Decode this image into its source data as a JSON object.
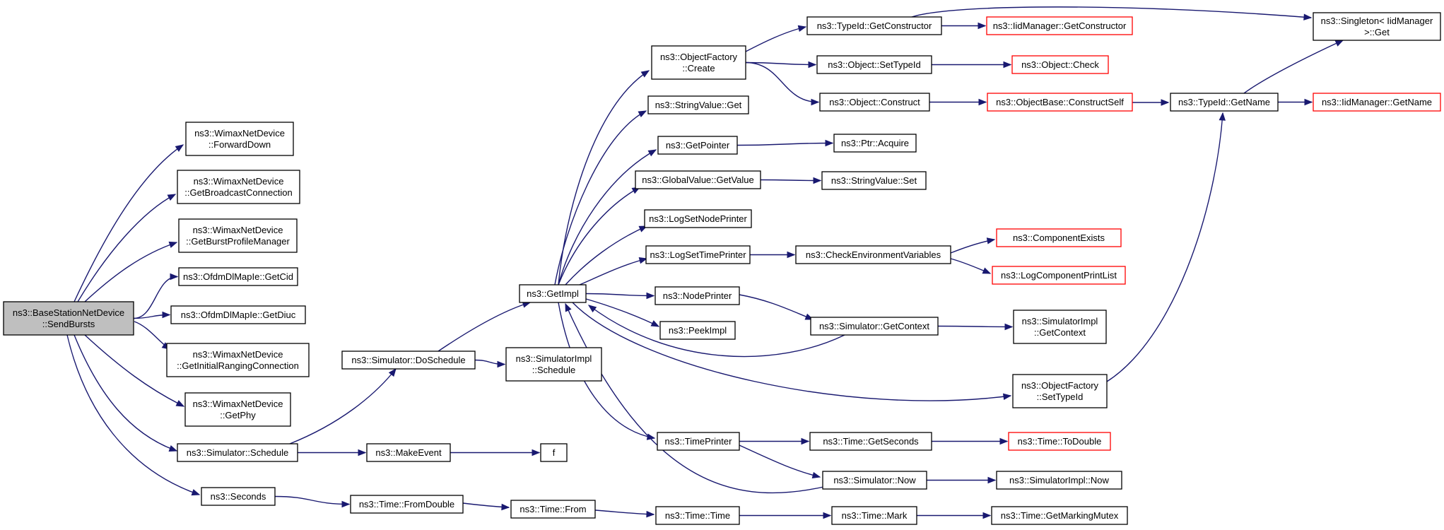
{
  "graph": {
    "nodes": [
      {
        "id": "n0",
        "lines": [
          "ns3::BaseStationNetDevice",
          "::SendBursts"
        ],
        "style": "root"
      },
      {
        "id": "n1",
        "lines": [
          "ns3::WimaxNetDevice",
          "::ForwardDown"
        ],
        "style": "normal"
      },
      {
        "id": "n2",
        "lines": [
          "ns3::WimaxNetDevice",
          "::GetBroadcastConnection"
        ],
        "style": "normal"
      },
      {
        "id": "n3",
        "lines": [
          "ns3::WimaxNetDevice",
          "::GetBurstProfileManager"
        ],
        "style": "normal"
      },
      {
        "id": "n4",
        "lines": [
          "ns3::OfdmDlMapIe::GetCid"
        ],
        "style": "normal"
      },
      {
        "id": "n5",
        "lines": [
          "ns3::OfdmDlMapIe::GetDiuc"
        ],
        "style": "normal"
      },
      {
        "id": "n6",
        "lines": [
          "ns3::WimaxNetDevice",
          "::GetInitialRangingConnection"
        ],
        "style": "normal"
      },
      {
        "id": "n7",
        "lines": [
          "ns3::WimaxNetDevice",
          "::GetPhy"
        ],
        "style": "normal"
      },
      {
        "id": "n8",
        "lines": [
          "ns3::Simulator::Schedule"
        ],
        "style": "normal"
      },
      {
        "id": "n9",
        "lines": [
          "ns3::Seconds"
        ],
        "style": "normal"
      },
      {
        "id": "n10",
        "lines": [
          "ns3::Simulator::DoSchedule"
        ],
        "style": "normal"
      },
      {
        "id": "n11",
        "lines": [
          "ns3::MakeEvent"
        ],
        "style": "normal"
      },
      {
        "id": "n12",
        "lines": [
          "f"
        ],
        "style": "normal"
      },
      {
        "id": "n13",
        "lines": [
          "ns3::Time::FromDouble"
        ],
        "style": "normal"
      },
      {
        "id": "n14",
        "lines": [
          "ns3::GetImpl"
        ],
        "style": "normal"
      },
      {
        "id": "n15",
        "lines": [
          "ns3::SimulatorImpl",
          "::Schedule"
        ],
        "style": "normal"
      },
      {
        "id": "n16",
        "lines": [
          "ns3::Time::From"
        ],
        "style": "normal"
      },
      {
        "id": "n17",
        "lines": [
          "ns3::ObjectFactory",
          "::Create"
        ],
        "style": "normal"
      },
      {
        "id": "n18",
        "lines": [
          "ns3::StringValue::Get"
        ],
        "style": "normal"
      },
      {
        "id": "n19",
        "lines": [
          "ns3::GetPointer"
        ],
        "style": "normal"
      },
      {
        "id": "n20",
        "lines": [
          "ns3::GlobalValue::GetValue"
        ],
        "style": "normal"
      },
      {
        "id": "n21",
        "lines": [
          "ns3::LogSetNodePrinter"
        ],
        "style": "normal"
      },
      {
        "id": "n22",
        "lines": [
          "ns3::LogSetTimePrinter"
        ],
        "style": "normal"
      },
      {
        "id": "n23",
        "lines": [
          "ns3::NodePrinter"
        ],
        "style": "normal"
      },
      {
        "id": "n24",
        "lines": [
          "ns3::PeekImpl"
        ],
        "style": "normal"
      },
      {
        "id": "n25",
        "lines": [
          "ns3::TimePrinter"
        ],
        "style": "normal"
      },
      {
        "id": "n26",
        "lines": [
          "ns3::Time::Time"
        ],
        "style": "normal"
      },
      {
        "id": "n27",
        "lines": [
          "ns3::TypeId::GetConstructor"
        ],
        "style": "normal"
      },
      {
        "id": "n28",
        "lines": [
          "ns3::Object::SetTypeId"
        ],
        "style": "normal"
      },
      {
        "id": "n29",
        "lines": [
          "ns3::Object::Construct"
        ],
        "style": "normal"
      },
      {
        "id": "n30",
        "lines": [
          "ns3::Ptr::Acquire"
        ],
        "style": "normal"
      },
      {
        "id": "n31",
        "lines": [
          "ns3::StringValue::Set"
        ],
        "style": "normal"
      },
      {
        "id": "n32",
        "lines": [
          "ns3::CheckEnvironmentVariables"
        ],
        "style": "normal"
      },
      {
        "id": "n33",
        "lines": [
          "ns3::Simulator::GetContext"
        ],
        "style": "normal"
      },
      {
        "id": "n34",
        "lines": [
          "ns3::Time::GetSeconds"
        ],
        "style": "normal"
      },
      {
        "id": "n35",
        "lines": [
          "ns3::Simulator::Now"
        ],
        "style": "normal"
      },
      {
        "id": "n36",
        "lines": [
          "ns3::Time::Mark"
        ],
        "style": "normal"
      },
      {
        "id": "n37",
        "lines": [
          "ns3::IidManager::GetConstructor"
        ],
        "style": "red"
      },
      {
        "id": "n38",
        "lines": [
          "ns3::Object::Check"
        ],
        "style": "red"
      },
      {
        "id": "n39",
        "lines": [
          "ns3::ObjectBase::ConstructSelf"
        ],
        "style": "red"
      },
      {
        "id": "n40",
        "lines": [
          "ns3::ComponentExists"
        ],
        "style": "red"
      },
      {
        "id": "n41",
        "lines": [
          "ns3::LogComponentPrintList"
        ],
        "style": "red"
      },
      {
        "id": "n42",
        "lines": [
          "ns3::SimulatorImpl",
          "::GetContext"
        ],
        "style": "normal"
      },
      {
        "id": "n43",
        "lines": [
          "ns3::ObjectFactory",
          "::SetTypeId"
        ],
        "style": "normal"
      },
      {
        "id": "n44",
        "lines": [
          "ns3::Time::ToDouble"
        ],
        "style": "red"
      },
      {
        "id": "n45",
        "lines": [
          "ns3::SimulatorImpl::Now"
        ],
        "style": "normal"
      },
      {
        "id": "n46",
        "lines": [
          "ns3::Time::GetMarkingMutex"
        ],
        "style": "normal"
      },
      {
        "id": "n47",
        "lines": [
          "ns3::TypeId::GetName"
        ],
        "style": "normal"
      },
      {
        "id": "n48",
        "lines": [
          "ns3::Singleton< IidManager",
          " >::Get"
        ],
        "style": "normal"
      },
      {
        "id": "n49",
        "lines": [
          "ns3::IidManager::GetName"
        ],
        "style": "red"
      }
    ],
    "edges": [
      [
        "n0",
        "n1"
      ],
      [
        "n0",
        "n2"
      ],
      [
        "n0",
        "n3"
      ],
      [
        "n0",
        "n4"
      ],
      [
        "n0",
        "n5"
      ],
      [
        "n0",
        "n6"
      ],
      [
        "n0",
        "n7"
      ],
      [
        "n0",
        "n8"
      ],
      [
        "n0",
        "n9"
      ],
      [
        "n8",
        "n10"
      ],
      [
        "n8",
        "n11"
      ],
      [
        "n11",
        "n12"
      ],
      [
        "n9",
        "n13"
      ],
      [
        "n13",
        "n16"
      ],
      [
        "n16",
        "n26"
      ],
      [
        "n26",
        "n36"
      ],
      [
        "n36",
        "n46"
      ],
      [
        "n10",
        "n14"
      ],
      [
        "n10",
        "n15"
      ],
      [
        "n14",
        "n17"
      ],
      [
        "n14",
        "n18"
      ],
      [
        "n14",
        "n19"
      ],
      [
        "n14",
        "n20"
      ],
      [
        "n14",
        "n21"
      ],
      [
        "n14",
        "n22"
      ],
      [
        "n14",
        "n23"
      ],
      [
        "n14",
        "n24"
      ],
      [
        "n14",
        "n25"
      ],
      [
        "n14",
        "n43"
      ],
      [
        "n17",
        "n27"
      ],
      [
        "n17",
        "n28"
      ],
      [
        "n17",
        "n29"
      ],
      [
        "n27",
        "n37"
      ],
      [
        "n27",
        "n48"
      ],
      [
        "n28",
        "n38"
      ],
      [
        "n29",
        "n39"
      ],
      [
        "n39",
        "n47"
      ],
      [
        "n47",
        "n48"
      ],
      [
        "n47",
        "n49"
      ],
      [
        "n19",
        "n30"
      ],
      [
        "n20",
        "n31"
      ],
      [
        "n22",
        "n32"
      ],
      [
        "n32",
        "n40"
      ],
      [
        "n32",
        "n41"
      ],
      [
        "n23",
        "n33"
      ],
      [
        "n33",
        "n14"
      ],
      [
        "n33",
        "n42"
      ],
      [
        "n43",
        "n47"
      ],
      [
        "n25",
        "n34"
      ],
      [
        "n25",
        "n35"
      ],
      [
        "n34",
        "n44"
      ],
      [
        "n35",
        "n14"
      ],
      [
        "n35",
        "n45"
      ]
    ]
  }
}
